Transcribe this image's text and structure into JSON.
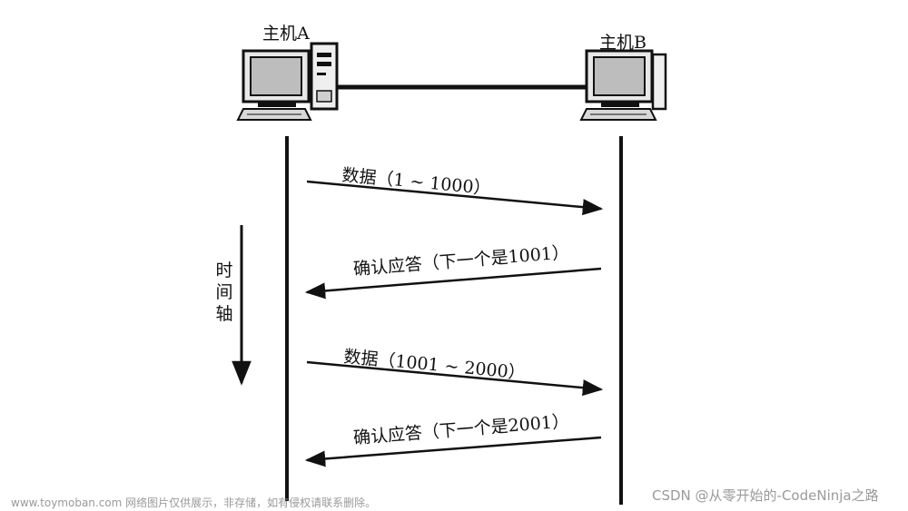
{
  "hosts": {
    "a_label": "主机A",
    "b_label": "主机B"
  },
  "time_axis_label": "时间轴",
  "messages": [
    {
      "text": "数据（1 ~ 1000）",
      "direction": "a-to-b"
    },
    {
      "text": "确认应答（下一个是1001）",
      "direction": "b-to-a"
    },
    {
      "text": "数据（1001 ~ 2000）",
      "direction": "a-to-b"
    },
    {
      "text": "确认应答（下一个是2001）",
      "direction": "b-to-a"
    }
  ],
  "watermarks": {
    "left": "www.toymoban.com 网络图片仅供展示，非存储，如有侵权请联系删除。",
    "right": "CSDN @从零开始的-CodeNinja之路"
  }
}
